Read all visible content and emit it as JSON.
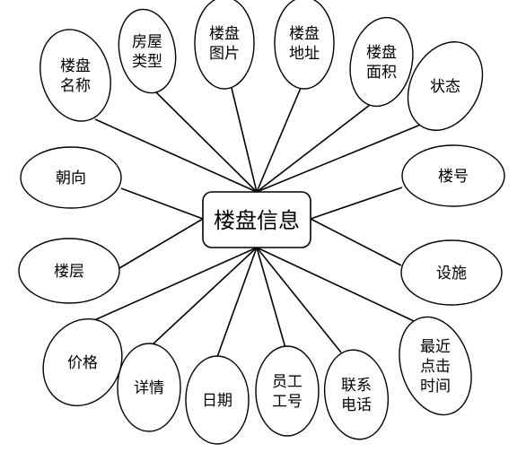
{
  "entity": {
    "label": "楼盘信息"
  },
  "attributes": [
    {
      "key": "name",
      "lines": [
        "楼盘",
        "名称"
      ]
    },
    {
      "key": "house_type",
      "lines": [
        "房屋",
        "类型"
      ]
    },
    {
      "key": "image",
      "lines": [
        "楼盘",
        "图片"
      ]
    },
    {
      "key": "address",
      "lines": [
        "楼盘",
        "地址"
      ]
    },
    {
      "key": "area",
      "lines": [
        "楼盘",
        "面积"
      ]
    },
    {
      "key": "status",
      "lines": [
        "状态"
      ]
    },
    {
      "key": "orientation",
      "lines": [
        "朝向"
      ]
    },
    {
      "key": "building_no",
      "lines": [
        "楼号"
      ]
    },
    {
      "key": "floor",
      "lines": [
        "楼层"
      ]
    },
    {
      "key": "facilities",
      "lines": [
        "设施"
      ]
    },
    {
      "key": "price",
      "lines": [
        "价格"
      ]
    },
    {
      "key": "details",
      "lines": [
        "详情"
      ]
    },
    {
      "key": "date",
      "lines": [
        "日期"
      ]
    },
    {
      "key": "employee_no",
      "lines": [
        "员工",
        "工号"
      ]
    },
    {
      "key": "phone",
      "lines": [
        "联系",
        "电话"
      ]
    },
    {
      "key": "last_click_time",
      "lines": [
        "最近",
        "点击",
        "时间"
      ]
    }
  ]
}
